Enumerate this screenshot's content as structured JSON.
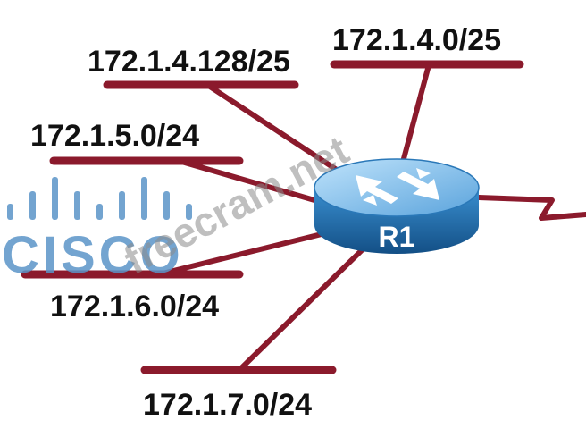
{
  "router": {
    "label": "R1"
  },
  "networks": [
    {
      "id": "n1",
      "label": "172.1.4.0/25"
    },
    {
      "id": "n2",
      "label": "172.1.4.128/25"
    },
    {
      "id": "n3",
      "label": "172.1.5.0/24"
    },
    {
      "id": "n4",
      "label": "172.1.6.0/24"
    },
    {
      "id": "n5",
      "label": "172.1.7.0/24"
    }
  ],
  "watermarks": {
    "logo": "CISCO",
    "site": "freecram.net"
  },
  "colors": {
    "link": "#8b1a2c",
    "router_top": "#6fb2e3",
    "router_side": "#1f6fae",
    "logo": "#5b95c8",
    "site_watermark": "#8a8a8a"
  }
}
